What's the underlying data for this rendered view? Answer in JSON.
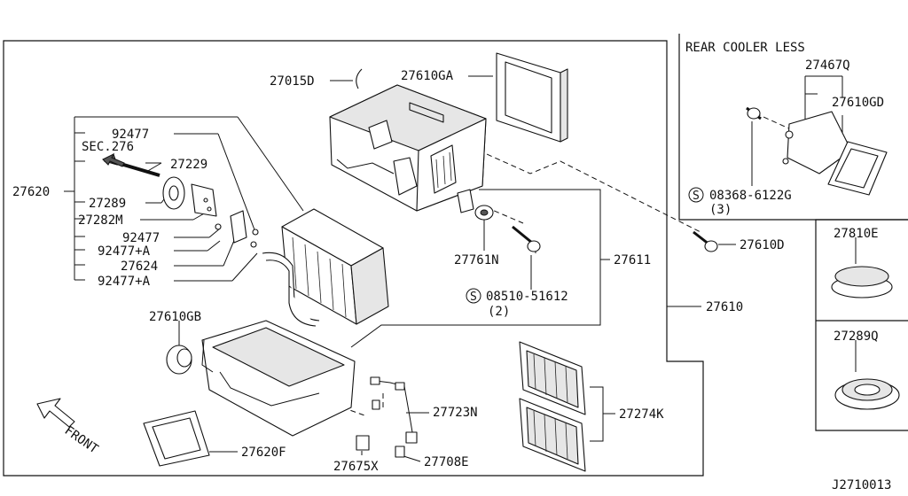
{
  "header": {
    "rear_cooler_less": "REAR COOLER LESS"
  },
  "labels": {
    "p27015D": "27015D",
    "p27610GA": "27610GA",
    "p92477_top": "92477",
    "sec276": "SEC.276",
    "p27229": "27229",
    "p27620": "27620",
    "p27289": "27289",
    "p27282M": "27282M",
    "p92477_mid": "92477",
    "p92477A_1": "92477+A",
    "p27624": "27624",
    "p92477A_2": "92477+A",
    "p27761N": "27761N",
    "p27611": "27611",
    "p08510": "08510-51612",
    "p08510_qty": "(2)",
    "p27610D": "27610D",
    "p27610": "27610",
    "p27610GB": "27610GB",
    "p27723N": "27723N",
    "p27274K": "27274K",
    "p27620F": "27620F",
    "p27675X": "27675X",
    "p27708E": "27708E",
    "front": "FRONT",
    "p27467Q": "27467Q",
    "p27610GD": "27610GD",
    "p08368": "08368-6122G",
    "p08368_qty": "(3)",
    "p27810E": "27810E",
    "p27289Q": "27289Q",
    "s_symbol_1": "S",
    "s_symbol_2": "S",
    "diagram_id": "J2710013"
  }
}
